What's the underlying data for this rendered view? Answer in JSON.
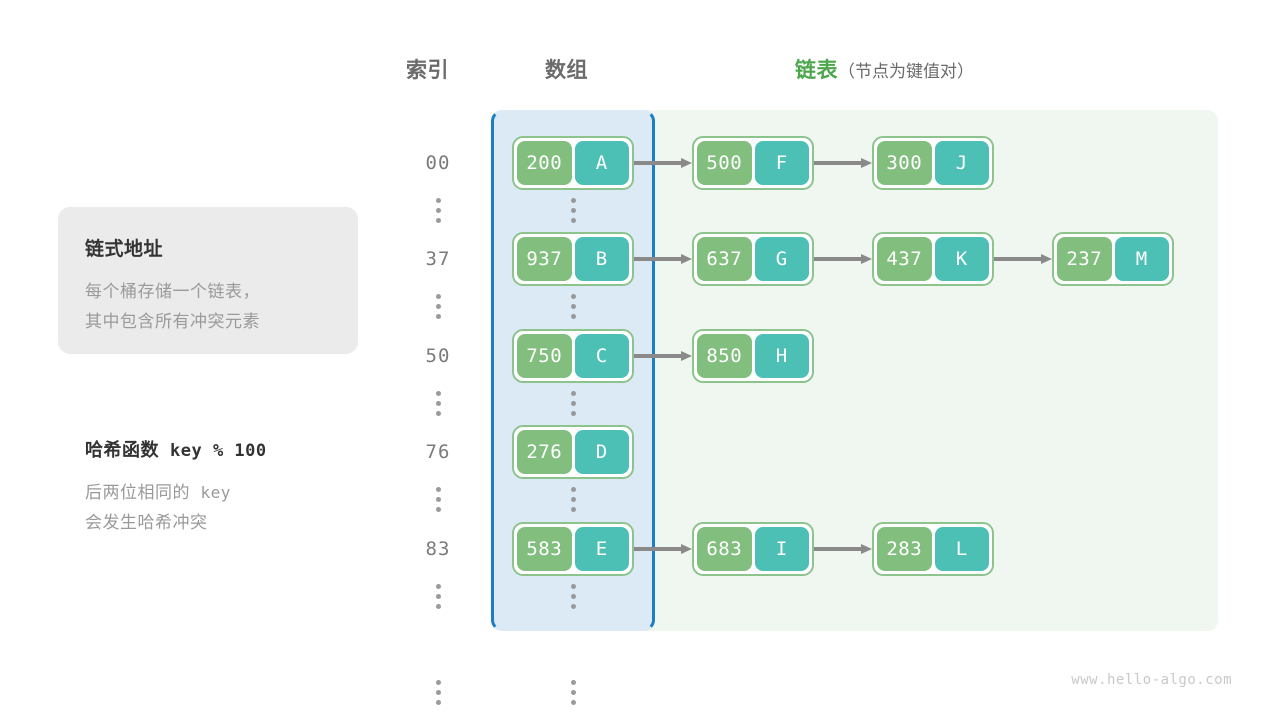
{
  "headers": {
    "index": "索引",
    "array": "数组",
    "list_main": "链表",
    "list_sub": "（节点为键值对）"
  },
  "info_card": {
    "title": "链式地址",
    "line1": "每个桶存储一个链表，",
    "line2": "其中包含所有冲突元素"
  },
  "hash_note": {
    "title_label": "哈希函数",
    "title_expr": "key % 100",
    "line1_a": "后两位相同的",
    "line1_b": "key",
    "line2": "会发生哈希冲突"
  },
  "colors": {
    "key_box": "#82bf7f",
    "value_box": "#4dc0b5",
    "node_border": "#8dc48d",
    "array_panel_bg": "#dceaf5",
    "array_panel_border": "#1c7fc4",
    "list_panel_bg": "#f0f7f0",
    "accent_green": "#4CA64C",
    "arrow": "#8a8a8a"
  },
  "buckets": [
    {
      "index": "00",
      "nodes": [
        {
          "key": "200",
          "value": "A"
        },
        {
          "key": "500",
          "value": "F"
        },
        {
          "key": "300",
          "value": "J"
        }
      ]
    },
    {
      "index": "37",
      "nodes": [
        {
          "key": "937",
          "value": "B"
        },
        {
          "key": "637",
          "value": "G"
        },
        {
          "key": "437",
          "value": "K"
        },
        {
          "key": "237",
          "value": "M"
        }
      ]
    },
    {
      "index": "50",
      "nodes": [
        {
          "key": "750",
          "value": "C"
        },
        {
          "key": "850",
          "value": "H"
        }
      ]
    },
    {
      "index": "76",
      "nodes": [
        {
          "key": "276",
          "value": "D"
        }
      ]
    },
    {
      "index": "83",
      "nodes": [
        {
          "key": "583",
          "value": "E"
        },
        {
          "key": "683",
          "value": "I"
        },
        {
          "key": "283",
          "value": "L"
        }
      ]
    }
  ],
  "ellipsis_rows": 6,
  "footer": {
    "watermark": "www.hello-algo.com"
  }
}
